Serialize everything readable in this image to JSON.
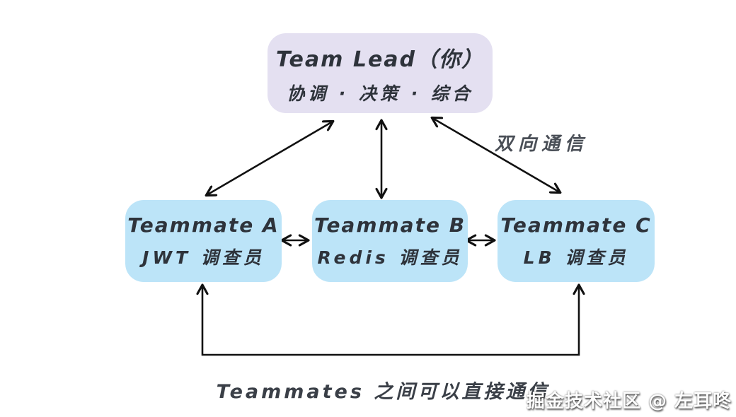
{
  "diagram": {
    "team_lead": {
      "title": "Team Lead（你）",
      "subtitle": "协调 · 决策 · 综合"
    },
    "teammates": [
      {
        "title": "Teammate A",
        "subtitle": "JWT 调查员"
      },
      {
        "title": "Teammate B",
        "subtitle": "Redis 调查员"
      },
      {
        "title": "Teammate C",
        "subtitle": "LB 调查员"
      }
    ],
    "labels": {
      "bidirectional": "双向通信",
      "direct_communication": "Teammates 之间可以直接通信"
    },
    "watermark": "掘金技术社区 @ 左耳咚",
    "colors": {
      "lead_box": "#e4e0f1",
      "teammate_box": "#bce4f8",
      "text": "#2e333b",
      "arrow": "#111111",
      "background": "#ffffff"
    }
  }
}
